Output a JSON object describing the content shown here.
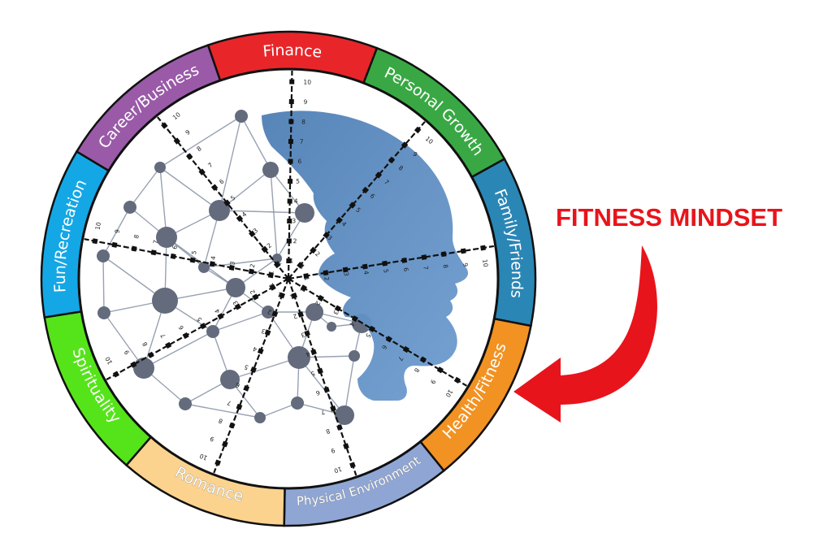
{
  "callout": {
    "text": "FITNESS MINDSET",
    "color": "#e8141b"
  },
  "wheel": {
    "ring_outline_color": "#111111",
    "spoke_color": "#111111",
    "scale": [
      "1",
      "2",
      "3",
      "4",
      "5",
      "6",
      "7",
      "8",
      "9",
      "10"
    ],
    "segments": [
      {
        "label": "Finance",
        "color": "#e8262a"
      },
      {
        "label": "Personal Growth",
        "color": "#39a844"
      },
      {
        "label": "Family/Friends",
        "color": "#2a86b5"
      },
      {
        "label": "Health/Fitness",
        "color": "#f29222"
      },
      {
        "label": "Physical Environment",
        "color": "#8fa6d4"
      },
      {
        "label": "Romance",
        "color": "#fbd38f"
      },
      {
        "label": "Spirituality",
        "color": "#55e41a"
      },
      {
        "label": "Fun/Recreation",
        "color": "#14a7e6"
      },
      {
        "label": "Career/Business",
        "color": "#9a5aa8"
      }
    ]
  },
  "icons": {
    "head_silhouette": "head-profile-icon",
    "network": "neural-network-icon",
    "arrow": "curved-arrow-icon"
  },
  "colors": {
    "head": "#5b8ec3",
    "network_nodes": "#636b7d",
    "network_edges": "#7f8aa0",
    "arrow": "#e8141b"
  }
}
